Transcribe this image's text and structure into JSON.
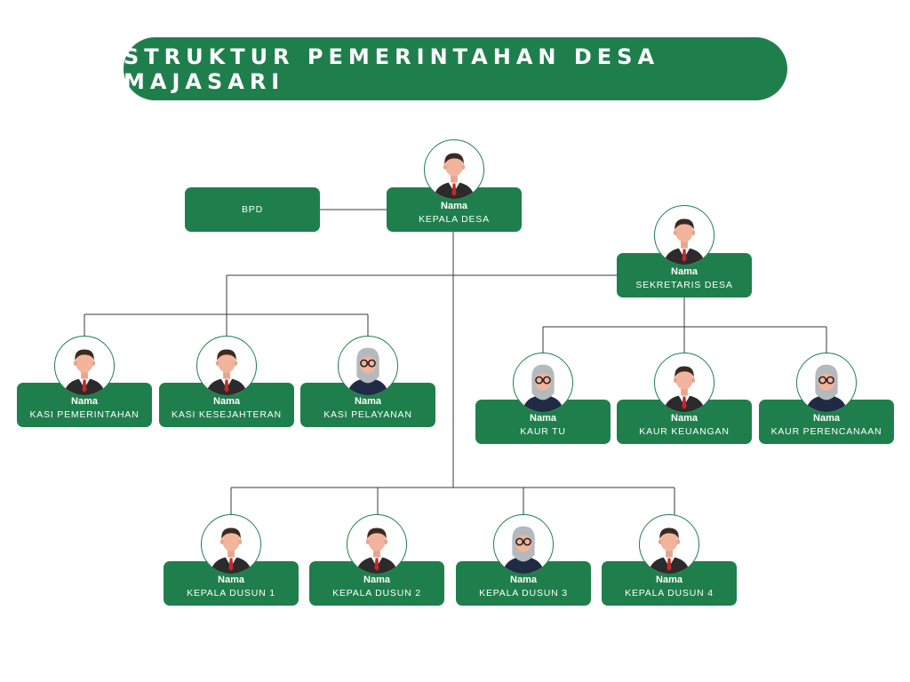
{
  "title": "STRUKTUR PEMERINTAHAN DESA MAJASARI",
  "colors": {
    "primary": "#1f7f4c",
    "line": "#3a3a3a",
    "text_on_primary": "#ffffff"
  },
  "bpd": {
    "label": "BPD"
  },
  "kepala_desa": {
    "name": "Nama",
    "role": "KEPALA DESA",
    "avatar": "man-avatar-icon"
  },
  "sekretaris_desa": {
    "name": "Nama",
    "role": "SEKRETARIS DESA",
    "avatar": "man-avatar-icon"
  },
  "kasi": [
    {
      "name": "Nama",
      "role": "KASI PEMERINTAHAN",
      "avatar": "man-avatar-icon"
    },
    {
      "name": "Nama",
      "role": "KASI KESEJAHTERAN",
      "avatar": "man-avatar-icon"
    },
    {
      "name": "Nama",
      "role": "KASI PELAYANAN",
      "avatar": "woman-hijab-avatar-icon"
    }
  ],
  "kaur": [
    {
      "name": "Nama",
      "role": "KAUR TU",
      "avatar": "woman-hijab-avatar-icon"
    },
    {
      "name": "Nama",
      "role": "KAUR KEUANGAN",
      "avatar": "man-avatar-icon"
    },
    {
      "name": "Nama",
      "role": "KAUR PERENCANAAN",
      "avatar": "woman-hijab-avatar-icon"
    }
  ],
  "kepala_dusun": [
    {
      "name": "Nama",
      "role": "KEPALA DUSUN 1",
      "avatar": "man-avatar-icon"
    },
    {
      "name": "Nama",
      "role": "KEPALA DUSUN 2",
      "avatar": "man-avatar-icon"
    },
    {
      "name": "Nama",
      "role": "KEPALA DUSUN 3",
      "avatar": "woman-hijab-avatar-icon"
    },
    {
      "name": "Nama",
      "role": "KEPALA DUSUN 4",
      "avatar": "man-avatar-icon"
    }
  ]
}
